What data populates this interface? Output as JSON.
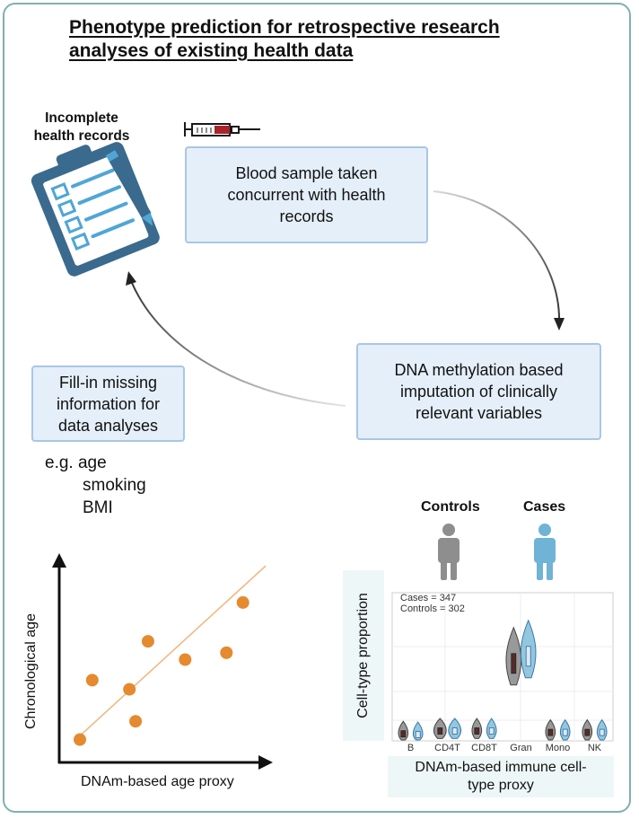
{
  "title": {
    "line1": "Phenotype prediction for retrospective research ",
    "line2": "analyses of existing health data"
  },
  "records": {
    "line1": "Incomplete",
    "line2": "health records"
  },
  "boxes": {
    "blood": [
      "Blood sample taken",
      "concurrent with health",
      "records"
    ],
    "dna": [
      "DNA methylation based",
      "imputation of clinically",
      "relevant variables"
    ],
    "fill": [
      "Fill-in missing",
      "information for",
      "data analyses"
    ]
  },
  "examples": {
    "prefix": "e.g. age",
    "items": [
      "smoking",
      "BMI"
    ]
  },
  "colors": {
    "box_fill": "#e5eff9",
    "box_border": "#a9c6e6",
    "frame": "#7fb0b3",
    "scatter_point": "#e58a2f",
    "controls": "#8e8e8e",
    "cases": "#6fb3d6"
  },
  "icons": [
    "clipboard-checklist-icon",
    "pencil-icon",
    "syringe-icon",
    "person-controls-icon",
    "person-cases-icon"
  ],
  "chart_data": [
    {
      "type": "scatter",
      "xlabel": "DNAm-based age proxy",
      "ylabel": "Chronological age",
      "points": [
        [
          1.0,
          1.0
        ],
        [
          1.6,
          3.6
        ],
        [
          3.4,
          3.2
        ],
        [
          3.7,
          1.8
        ],
        [
          4.3,
          5.3
        ],
        [
          6.1,
          4.5
        ],
        [
          8.1,
          4.8
        ],
        [
          8.9,
          7.0
        ]
      ],
      "trendline": [
        [
          0.8,
          1.0
        ],
        [
          10.0,
          8.6
        ]
      ],
      "xlim": [
        0,
        10
      ],
      "ylim": [
        0,
        9
      ],
      "show_ticks": false,
      "grid": false
    },
    {
      "type": "violin",
      "ylabel": "Cell-type proportion",
      "xlabel_lines": [
        "DNAm-based immune cell-",
        "type proxy"
      ],
      "categories": [
        "B",
        "CD4T",
        "CD8T",
        "Gran",
        "Mono",
        "NK"
      ],
      "series": [
        {
          "name": "Controls",
          "medians": [
            0.03,
            0.05,
            0.05,
            0.52,
            0.04,
            0.04
          ],
          "n_label": "Controls = 302"
        },
        {
          "name": "Cases",
          "medians": [
            0.025,
            0.05,
            0.05,
            0.57,
            0.04,
            0.04
          ],
          "n_label": "Cases = 347"
        }
      ],
      "ylim": [
        0,
        1
      ],
      "grid": true
    }
  ]
}
